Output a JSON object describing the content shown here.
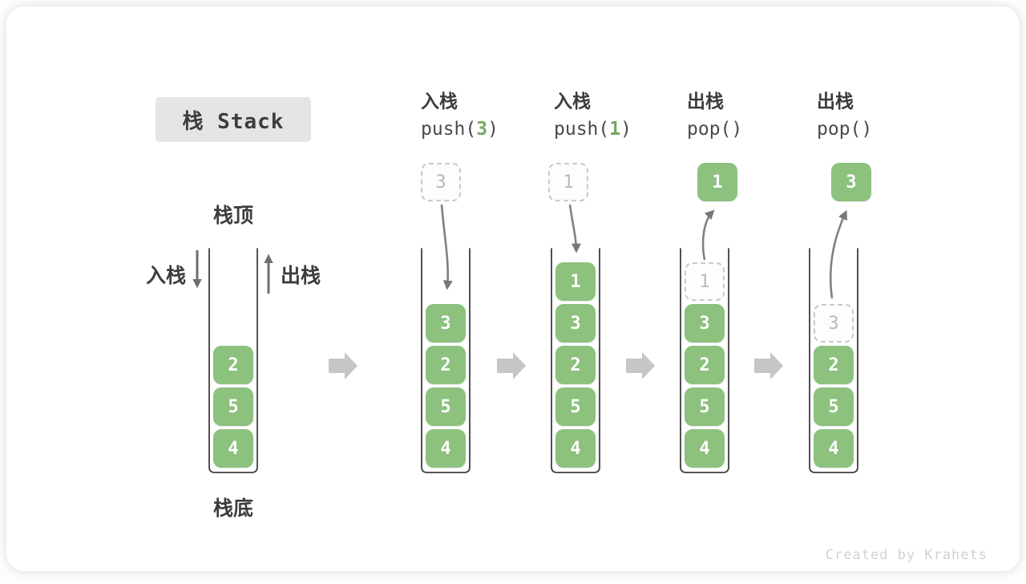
{
  "title": "栈 Stack",
  "footer": "Created by Krahets",
  "side_labels": {
    "top": "栈顶",
    "bottom": "栈底",
    "push": "入栈",
    "pop": "出栈"
  },
  "ops": [
    {
      "line1": "入栈",
      "code_prefix": "push(",
      "code_arg": "3",
      "code_suffix": ")"
    },
    {
      "line1": "入栈",
      "code_prefix": "push(",
      "code_arg": "1",
      "code_suffix": ")"
    },
    {
      "line1": "出栈",
      "code_prefix": "pop()",
      "code_arg": "",
      "code_suffix": ""
    },
    {
      "line1": "出栈",
      "code_prefix": "pop()",
      "code_arg": "",
      "code_suffix": ""
    }
  ],
  "stacks": [
    {
      "items": [
        "2",
        "5",
        "4"
      ]
    },
    {
      "pending": "3",
      "items": [
        "3",
        "2",
        "5",
        "4"
      ]
    },
    {
      "pending": "1",
      "items": [
        "1",
        "3",
        "2",
        "5",
        "4"
      ]
    },
    {
      "popped": "1",
      "ghost": "1",
      "items": [
        "3",
        "2",
        "5",
        "4"
      ]
    },
    {
      "popped": "3",
      "ghost": "3",
      "items": [
        "2",
        "5",
        "4"
      ]
    }
  ],
  "colors": {
    "item_green": "#8cc17e",
    "code_arg_green": "#74a85f",
    "ghost_gray": "#c9c9c9",
    "arrow_gray": "#808080",
    "step_arrow_gray": "#c6c6c6",
    "container_stroke": "#3f3f3f",
    "title_bg": "#e5e5e5"
  }
}
